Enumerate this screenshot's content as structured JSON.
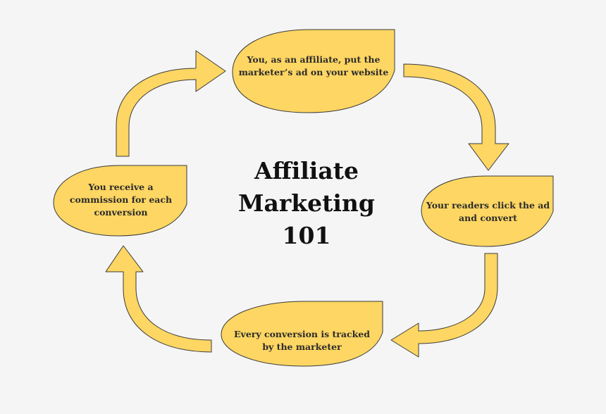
{
  "title": {
    "line1": "Affiliate",
    "line2": "Marketing",
    "line3": "101"
  },
  "steps": [
    {
      "line1": "You, as an affiliate, put the",
      "line2": "marketer’s ad on your website"
    },
    {
      "line1": "Your readers click the ad",
      "line2": "and convert"
    },
    {
      "line1": "Every conversion is tracked",
      "line2": "by the marketer"
    },
    {
      "line1": "You receive a",
      "line2": "commission for each",
      "line3": "conversion"
    }
  ],
  "colors": {
    "fill": "#fdd663",
    "stroke": "#3a3a3a",
    "background": "#f5f5f5",
    "text": "#111111"
  }
}
